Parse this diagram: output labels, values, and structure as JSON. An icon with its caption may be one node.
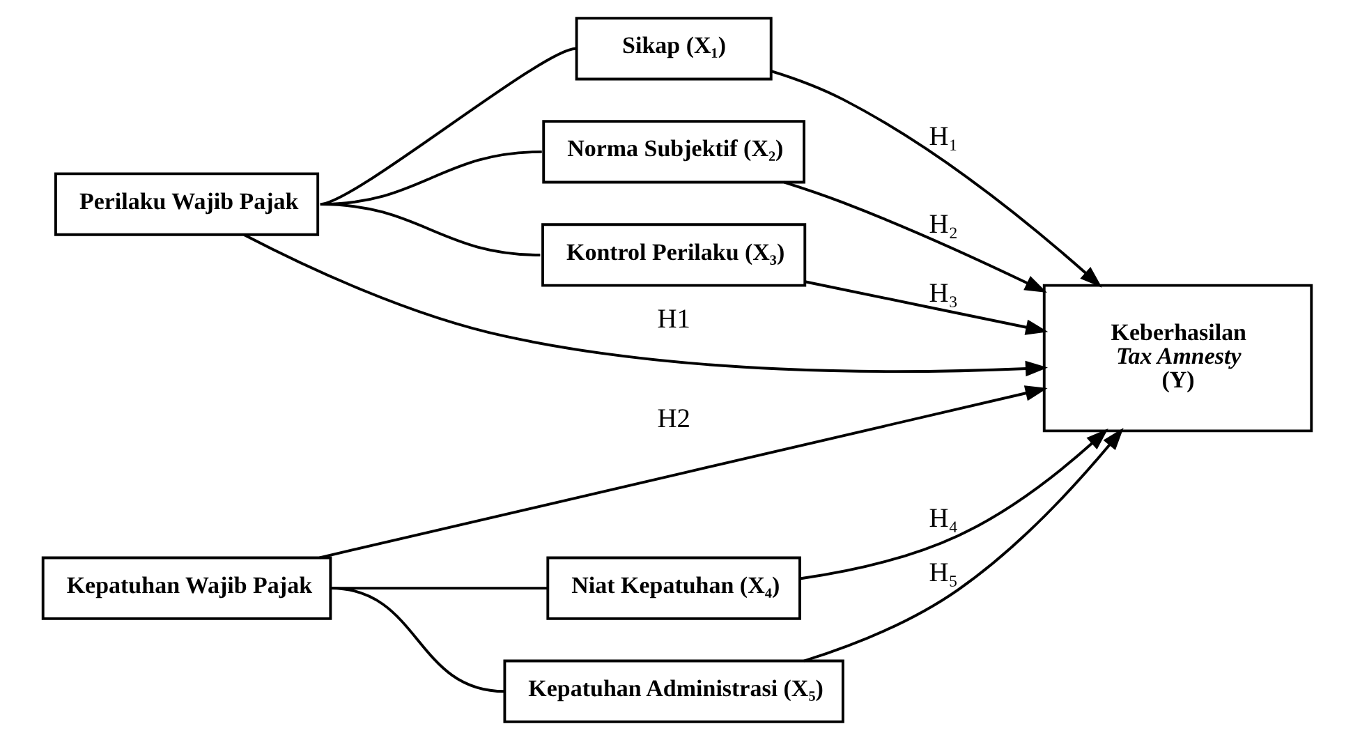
{
  "diagram": {
    "nodes": [
      {
        "text": [
          "Perilaku Wajib Pajak"
        ]
      },
      {
        "text": [
          "Sikap (X₁)"
        ]
      },
      {
        "text": [
          "Norma Subjektif (X₂)"
        ]
      },
      {
        "text": [
          "Kontrol Perilaku (X₃)"
        ]
      },
      {
        "text": [
          "Keberhasilan *Tax Amnesty* (Y)"
        ]
      },
      {
        "text": [
          "Kepatuhan Wajib Pajak"
        ]
      },
      {
        "text": [
          "Niat Kepatuhan (X₄)"
        ]
      },
      {
        "text": [
          "Kepatuhan Administrasi (X₅)"
        ]
      }
    ],
    "edges": [
      {
        "from": 0,
        "to": 1,
        "arrow": "none"
      },
      {
        "from": 0,
        "to": 2,
        "arrow": "none"
      },
      {
        "from": 0,
        "to": 3,
        "arrow": "none"
      },
      {
        "from": 1,
        "to": 4,
        "arrow": "to",
        "label": "H₁"
      },
      {
        "from": 2,
        "to": 4,
        "arrow": "to",
        "label": "H₂"
      },
      {
        "from": 3,
        "to": 4,
        "arrow": "to",
        "label": "H₃"
      },
      {
        "from": 0,
        "to": 4,
        "arrow": "to",
        "label": "H1"
      },
      {
        "from": 5,
        "to": 4,
        "arrow": "to",
        "label": "H2"
      },
      {
        "from": 5,
        "to": 6,
        "arrow": "none"
      },
      {
        "from": 5,
        "to": 7,
        "arrow": "none"
      },
      {
        "from": 6,
        "to": 4,
        "arrow": "to",
        "label": "H₄"
      },
      {
        "from": 7,
        "to": 4,
        "arrow": "to",
        "label": "H₅"
      }
    ]
  }
}
